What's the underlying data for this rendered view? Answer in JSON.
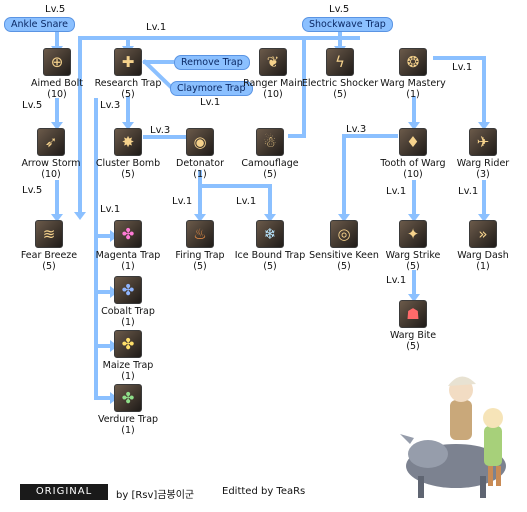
{
  "top_labels": {
    "ankle_snare": {
      "level": "Lv.5",
      "label": "Ankle Snare"
    },
    "shockwave_trap": {
      "level": "Lv.5",
      "label": "Shockwave Trap"
    }
  },
  "callouts": {
    "remove_trap": "Remove Trap",
    "claymore_trap": "Claymore Trap"
  },
  "connector_levels": {
    "top_research": "Lv.1",
    "aimed_arrow": "Lv.5",
    "arrow_fear": "Lv.5",
    "research_cluster": "Lv.3",
    "cluster_detonator": "Lv.3",
    "claymore_camouflage": "Lv.1",
    "detonator_firing": "Lv.1",
    "detonator_icebound": "Lv.1",
    "tooth_sensitive": "Lv.3",
    "warg_mastery_rider": "Lv.1",
    "tooth_strike": "Lv.1",
    "rider_dash": "Lv.1",
    "strike_bite": "Lv.1",
    "research_magenta": "Lv.1"
  },
  "skills": {
    "aimed_bolt": {
      "name": "Aimed Bolt",
      "level": "(10)",
      "icon": "crosshair-icon"
    },
    "arrow_storm": {
      "name": "Arrow Storm",
      "level": "(10)",
      "icon": "arrow-storm-icon"
    },
    "fear_breeze": {
      "name": "Fear Breeze",
      "level": "(5)",
      "icon": "fear-breeze-icon"
    },
    "research_trap": {
      "name": "Research Trap",
      "level": "(5)",
      "icon": "trap-icon"
    },
    "cluster_bomb": {
      "name": "Cluster Bomb",
      "level": "(5)",
      "icon": "bomb-icon"
    },
    "detonator": {
      "name": "Detonator",
      "level": "(1)",
      "icon": "detonator-icon"
    },
    "ranger_main": {
      "name": "Ranger Main",
      "level": "(10)",
      "icon": "leaf-icon"
    },
    "camouflage": {
      "name": "Camouflage",
      "level": "(5)",
      "icon": "camouflage-icon"
    },
    "electric_shocker": {
      "name": "Electric Shocker",
      "level": "(5)",
      "icon": "shock-icon"
    },
    "warg_mastery": {
      "name": "Warg Mastery",
      "level": "(1)",
      "icon": "warg-icon"
    },
    "tooth_of_warg": {
      "name": "Tooth of Warg",
      "level": "(10)",
      "icon": "tooth-icon"
    },
    "warg_rider": {
      "name": "Warg Rider",
      "level": "(3)",
      "icon": "rider-icon"
    },
    "magenta_trap": {
      "name": "Magenta Trap",
      "level": "(1)",
      "icon": "magenta-trap-icon"
    },
    "cobalt_trap": {
      "name": "Cobalt Trap",
      "level": "(1)",
      "icon": "cobalt-trap-icon"
    },
    "maize_trap": {
      "name": "Maize Trap",
      "level": "(1)",
      "icon": "maize-trap-icon"
    },
    "verdure_trap": {
      "name": "Verdure Trap",
      "level": "(1)",
      "icon": "verdure-trap-icon"
    },
    "firing_trap": {
      "name": "Firing Trap",
      "level": "(5)",
      "icon": "fire-icon"
    },
    "ice_bound_trap": {
      "name": "Ice Bound Trap",
      "level": "(5)",
      "icon": "ice-icon"
    },
    "sensitive_keen": {
      "name": "Sensitive Keen",
      "level": "(5)",
      "icon": "eye-icon"
    },
    "warg_strike": {
      "name": "Warg Strike",
      "level": "(5)",
      "icon": "strike-icon"
    },
    "warg_bite": {
      "name": "Warg Bite",
      "level": "(5)",
      "icon": "bite-icon"
    },
    "warg_dash": {
      "name": "Warg Dash",
      "level": "(1)",
      "icon": "dash-icon"
    }
  },
  "footer": {
    "original": "ORIGINAL",
    "by": "by [Rsv]금봉이군",
    "edited": "Editted by TeaRs"
  },
  "colors": {
    "link": "#8bc0ff",
    "pill": "#8bc0ff",
    "icon_bg": "#3a2f28"
  }
}
